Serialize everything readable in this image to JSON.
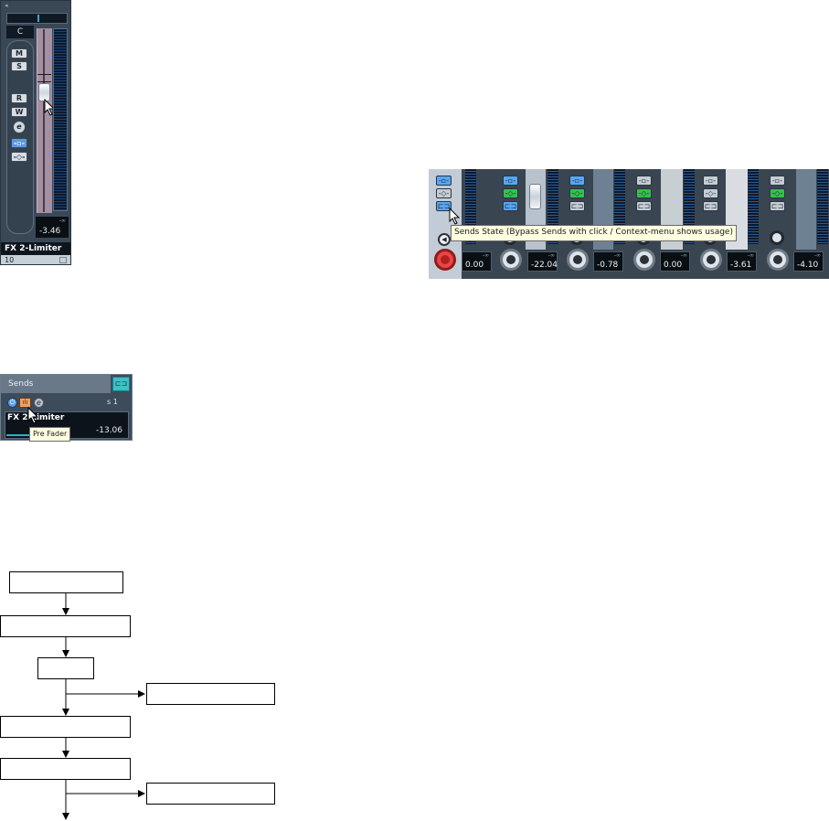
{
  "channel_strip": {
    "pan_value": "C",
    "buttons": {
      "mute": "M",
      "solo": "S",
      "read": "R",
      "write": "W",
      "edit": "e"
    },
    "level_value": "-3.46",
    "peak_indicator": "-∞",
    "channel_name": "FX 2-Limiter",
    "channel_number": "10"
  },
  "mixer": {
    "tooltip": "Sends State (Bypass Sends with click / Context-menu shows usage)",
    "readouts": [
      "0.00",
      "-22.04",
      "-0.78",
      "0.00",
      "-3.61",
      "-4.10"
    ],
    "peak_indicator": "-∞",
    "state_colors": {
      "insert": "#5aa6ef",
      "eq": "#35c050",
      "sends_off": "#c5ccd3"
    }
  },
  "sends_panel": {
    "header": "Sends",
    "slot_label": "s 1",
    "send_name": "FX 2-Limiter",
    "send_level": "-13.06",
    "pre_label": "ılı",
    "edit_label": "e",
    "tooltip": "Pre Fader"
  },
  "flowchart": {
    "boxes": [
      "",
      "",
      "",
      "",
      "",
      "",
      ""
    ]
  }
}
